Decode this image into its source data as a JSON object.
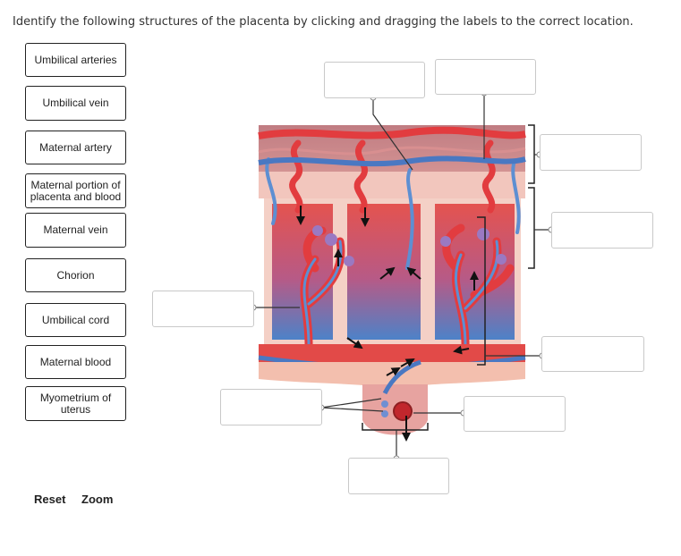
{
  "instruction": "Identify the following structures of the placenta by clicking and dragging the labels to the correct location.",
  "labels": [
    "Umbilical arteries",
    "Umbilical vein",
    "Maternal artery",
    "Maternal portion of placenta and blood",
    "Maternal vein",
    "Chorion",
    "Umbilical cord",
    "Maternal blood",
    "Myometrium of uterus"
  ],
  "footer": {
    "reset": "Reset",
    "zoom": "Zoom"
  },
  "colors": {
    "blood_red": "#d9363e",
    "vein_blue": "#4a78c2",
    "tissue_pink": "#e7a3a0",
    "muscle": "#c98585"
  }
}
